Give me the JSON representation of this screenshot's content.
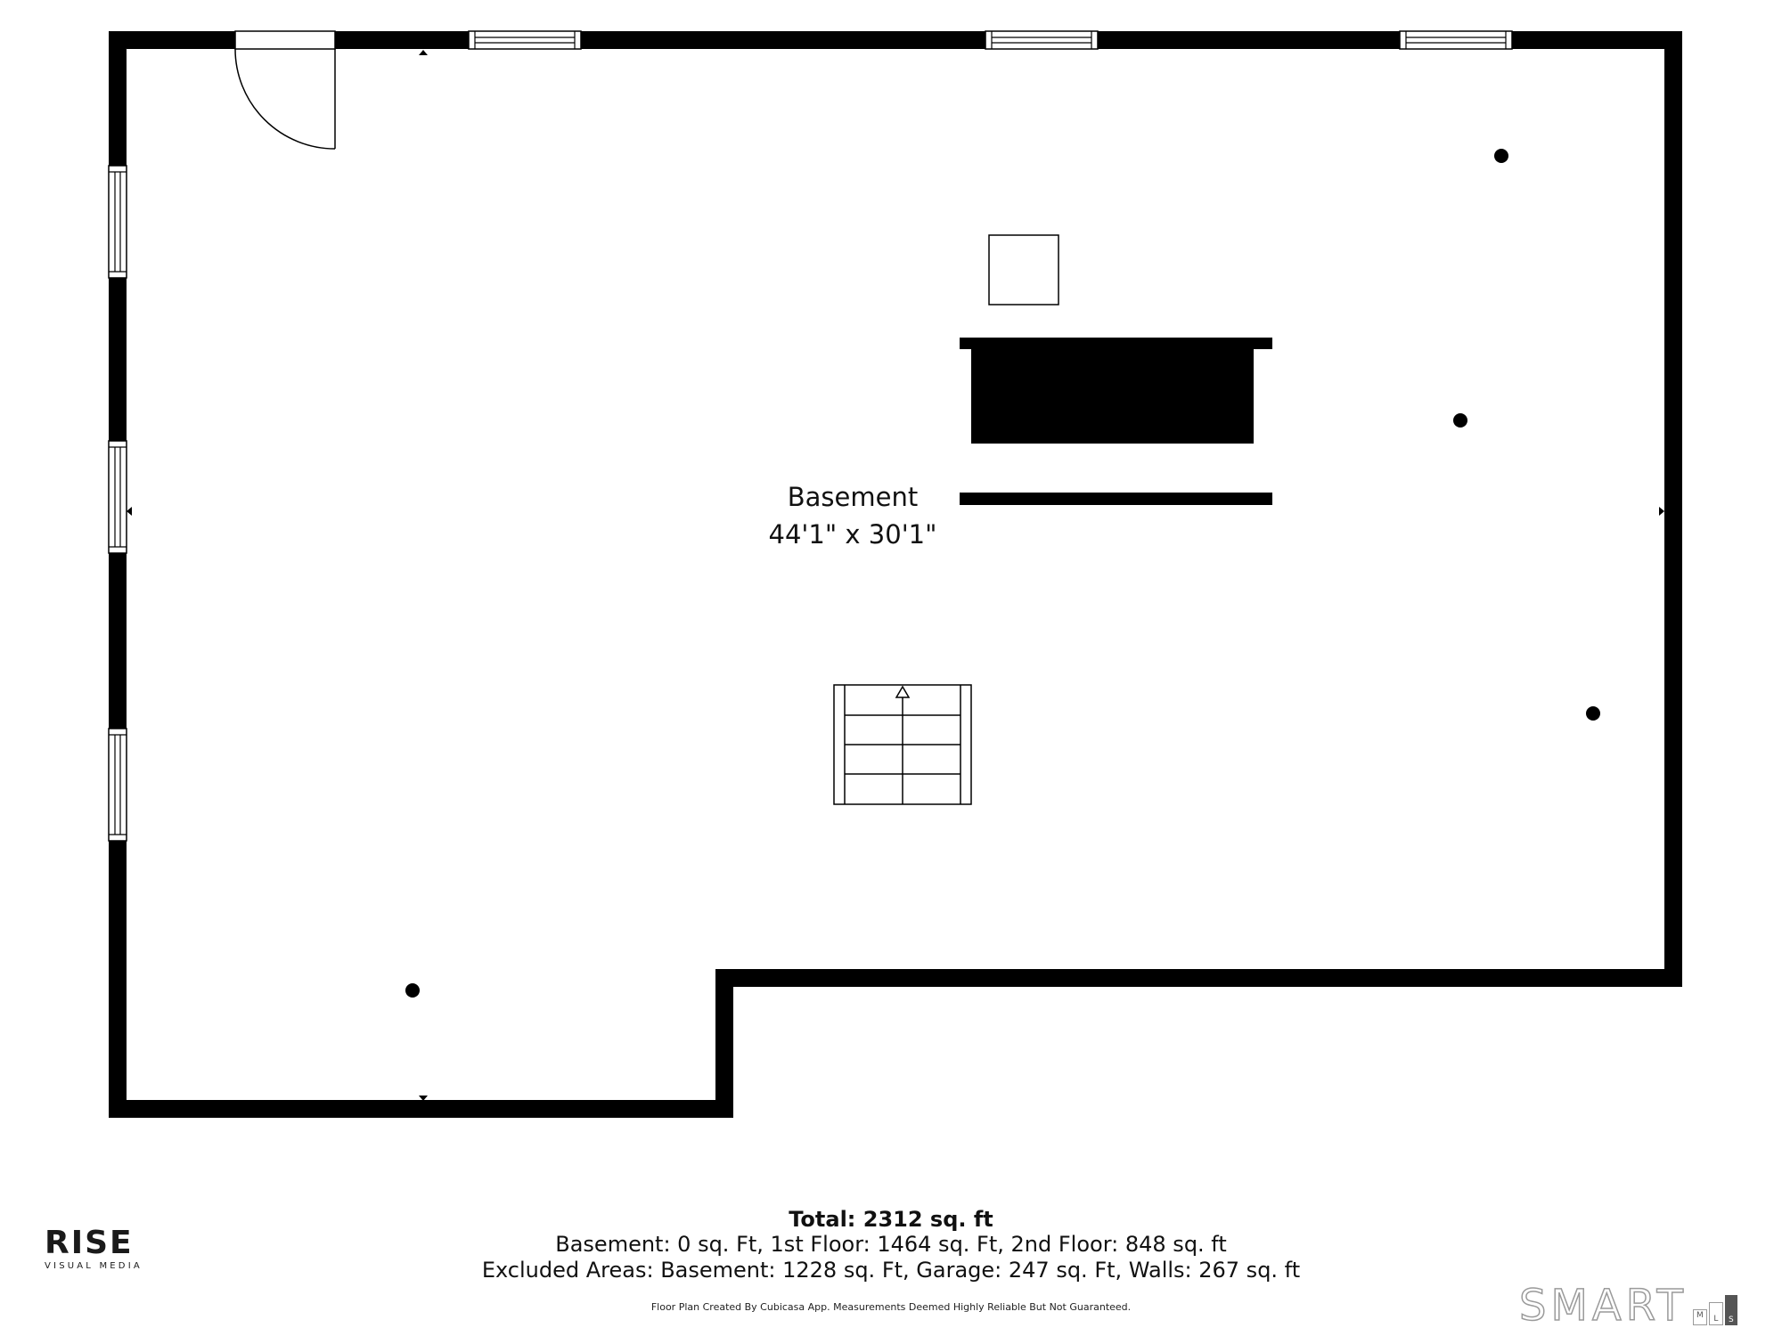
{
  "room": {
    "name": "Basement",
    "dimensions": "44'1\" x 30'1\""
  },
  "footer": {
    "total": "Total: 2312 sq. ft",
    "floors": "Basement: 0 sq. Ft, 1st Floor: 1464 sq. Ft, 2nd Floor: 848 sq. ft",
    "excluded": "Excluded Areas: Basement: 1228 sq. Ft, Garage: 247 sq. Ft, Walls: 267 sq. ft",
    "disclaimer": "Floor Plan Created By Cubicasa App. Measurements Deemed Highly Reliable But Not Guaranteed."
  },
  "logos": {
    "rise": {
      "word": "RISE",
      "tagline": "VISUAL MEDIA"
    },
    "smart": {
      "word": "SMART",
      "mls_letters": [
        "M",
        "L",
        "S"
      ]
    }
  },
  "icons": {
    "door": "door-swing-icon",
    "window": "window-icon",
    "column": "support-column-icon",
    "stairs": "stairs-icon",
    "arrow": "direction-arrow-icon"
  },
  "colors": {
    "wall": "#000000",
    "background": "#ffffff",
    "smart_logo_outline": "#9a9a9a"
  }
}
